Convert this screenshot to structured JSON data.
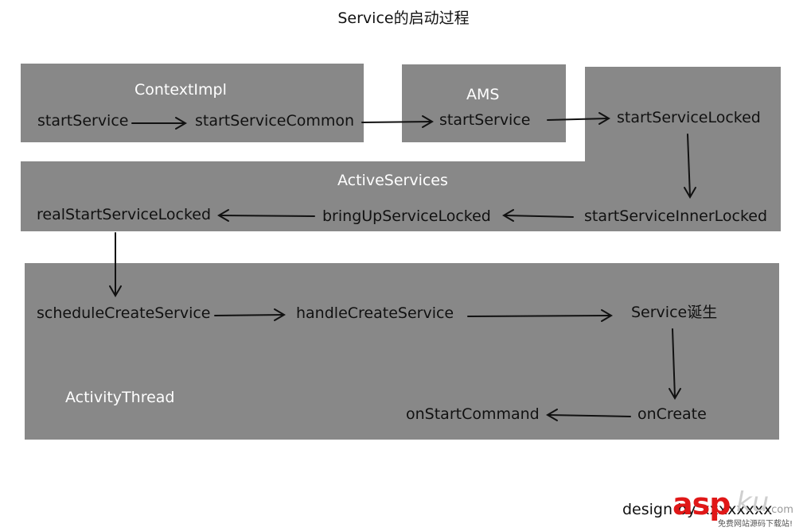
{
  "title": "Service的启动过程",
  "groups": {
    "context_impl": "ContextImpl",
    "ams": "AMS",
    "active_services": "ActiveServices",
    "activity_thread": "ActivityThread"
  },
  "nodes": {
    "ci_start_service": "startService",
    "ci_start_service_common": "startServiceCommon",
    "ams_start_service": "startService",
    "start_service_locked": "startServiceLocked",
    "start_service_inner_locked": "startServiceInnerLocked",
    "bring_up_service_locked": "bringUpServiceLocked",
    "real_start_service_locked": "realStartServiceLocked",
    "schedule_create_service": "scheduleCreateService",
    "handle_create_service": "handleCreateService",
    "service_born": "Service诞生",
    "on_create": "onCreate",
    "on_start_command": "onStartCommand"
  },
  "credit": "design by xxxxxxxx",
  "watermark": {
    "brand": "asp",
    "brand_suffix": "ku",
    "domain": ".com",
    "tagline": "免费网站源码下载站!"
  },
  "colors": {
    "box": "#888888",
    "group_label": "#ffffff",
    "node_label": "#111111",
    "arrow": "#111111",
    "watermark": "#e01818"
  }
}
